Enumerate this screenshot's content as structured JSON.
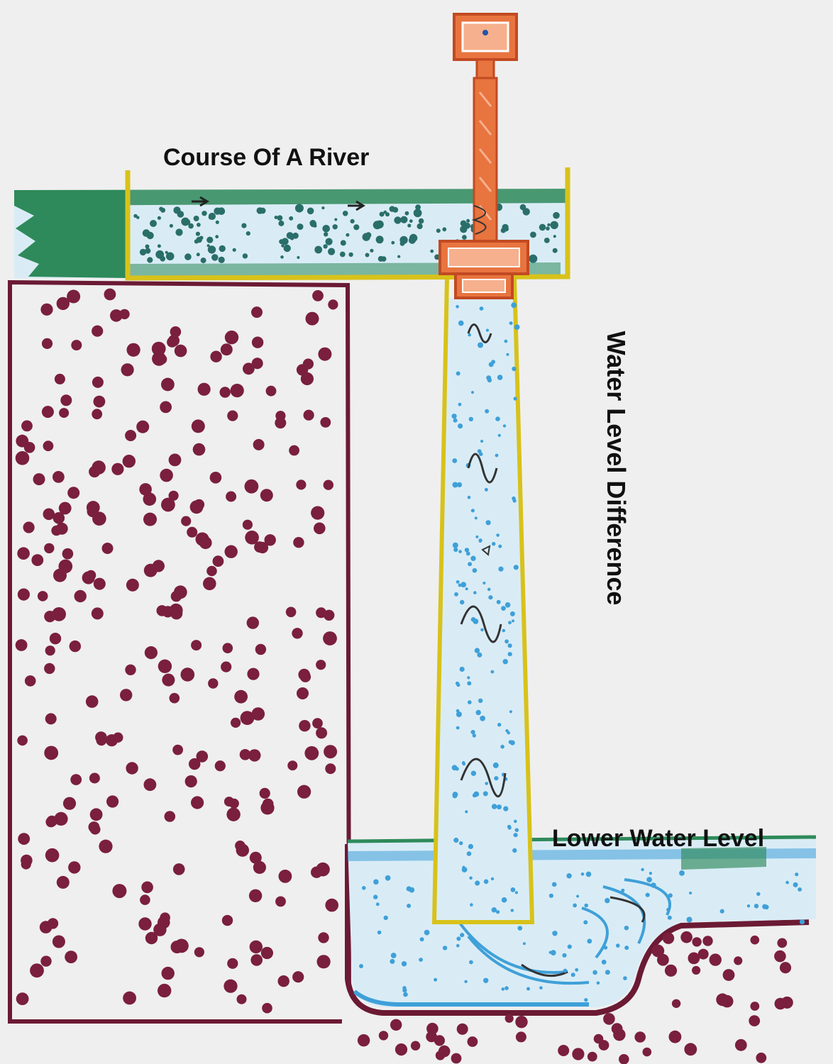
{
  "labels": {
    "river": "Course Of A River",
    "level_difference": "Water Level Difference",
    "lower_level": "Lower Water Level"
  },
  "colors": {
    "background": "#efefef",
    "rock_dots": "#7a1f3d",
    "rock_outline": "#6b1a34",
    "water_green": "#2e8a5a",
    "water_blue": "#3fa0d8",
    "water_light": "#d9ecf6",
    "frame_yellow": "#d8c21a",
    "generator_orange": "#e8743f",
    "generator_dark": "#c24a22"
  }
}
